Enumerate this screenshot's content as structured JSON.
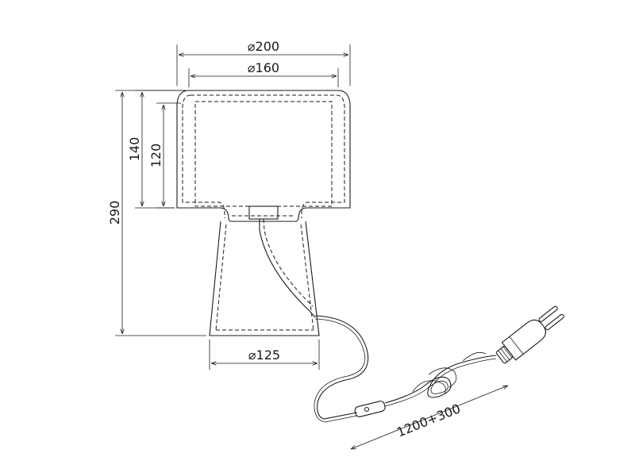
{
  "dimensions": {
    "shade_outer_diameter": "⌀200",
    "shade_inner_diameter": "⌀160",
    "base_diameter": "⌀125",
    "total_height": "290",
    "shade_height": "140",
    "inner_height": "120",
    "cable_length": "1200+300"
  }
}
